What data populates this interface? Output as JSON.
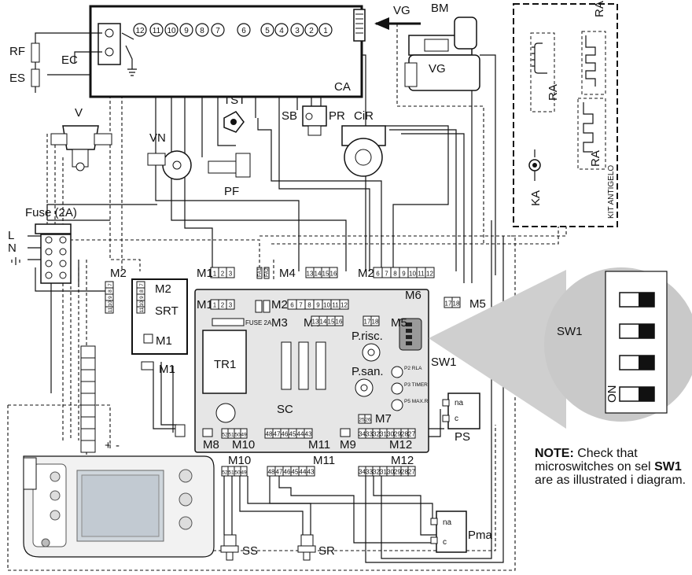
{
  "labels": {
    "VG": "VG",
    "BM": "BM",
    "CA": "CA",
    "RF": "RF",
    "ES": "ES",
    "EC": "EC",
    "V": "V",
    "VN": "VN",
    "TST": "TST",
    "PF": "PF",
    "SB": "SB",
    "PR": "PR",
    "CiR": "CiR",
    "RA": "RA",
    "KA": "KA",
    "KIT": "KIT ANTIGELO",
    "FUSE": "Fuse (2A)",
    "L": "L",
    "N": "N",
    "M2": "M2",
    "SRT": "SRT",
    "M1": "M1",
    "TR1": "TR1",
    "SC": "SC",
    "FUSE2A": "FUSE 2A",
    "M3": "M3",
    "M4": "M4",
    "M5": "M5",
    "M6": "M6",
    "M7": "M7",
    "M8": "M8",
    "M9": "M9",
    "M10": "M10",
    "M11": "M11",
    "M12": "M12",
    "PRISC": "P.risc.",
    "PSAN": "P.san.",
    "SW1": "SW1",
    "PS": "PS",
    "NA": "na",
    "C": "c",
    "SS": "SS",
    "SR": "SR",
    "PMA": "Pma",
    "ON": "ON",
    "P2": "P2 RLA",
    "P3": "P3 TIMER",
    "P5": "P5 MAX.R",
    "PLUS": "+",
    "MINUS": "-"
  },
  "ca_numbers": [
    "12",
    "11",
    "10",
    "9",
    "8",
    "7",
    "6",
    "5",
    "4",
    "3",
    "2",
    "1"
  ],
  "strips": {
    "m1": [
      "1",
      "2",
      "3"
    ],
    "m4": [
      "13",
      "14",
      "15",
      "16"
    ],
    "m2": [
      "6",
      "7",
      "8",
      "9",
      "10",
      "11",
      "12"
    ],
    "m5": [
      "17",
      "18"
    ],
    "m10": [
      "52",
      "51",
      "50",
      "49"
    ],
    "m11": [
      "48",
      "47",
      "46",
      "45",
      "44",
      "43"
    ],
    "m12": [
      "34",
      "33",
      "32",
      "31",
      "30",
      "29",
      "28",
      "27"
    ],
    "m7": [
      "25",
      "26"
    ],
    "srt": [
      "7",
      "8",
      "9",
      "10",
      "11"
    ]
  },
  "note": {
    "bold": "NOTE:",
    "text": " Check that microswitches on sel",
    "sw": "SW1",
    "text2": " are as illustrated i",
    "text3": "diagram."
  }
}
